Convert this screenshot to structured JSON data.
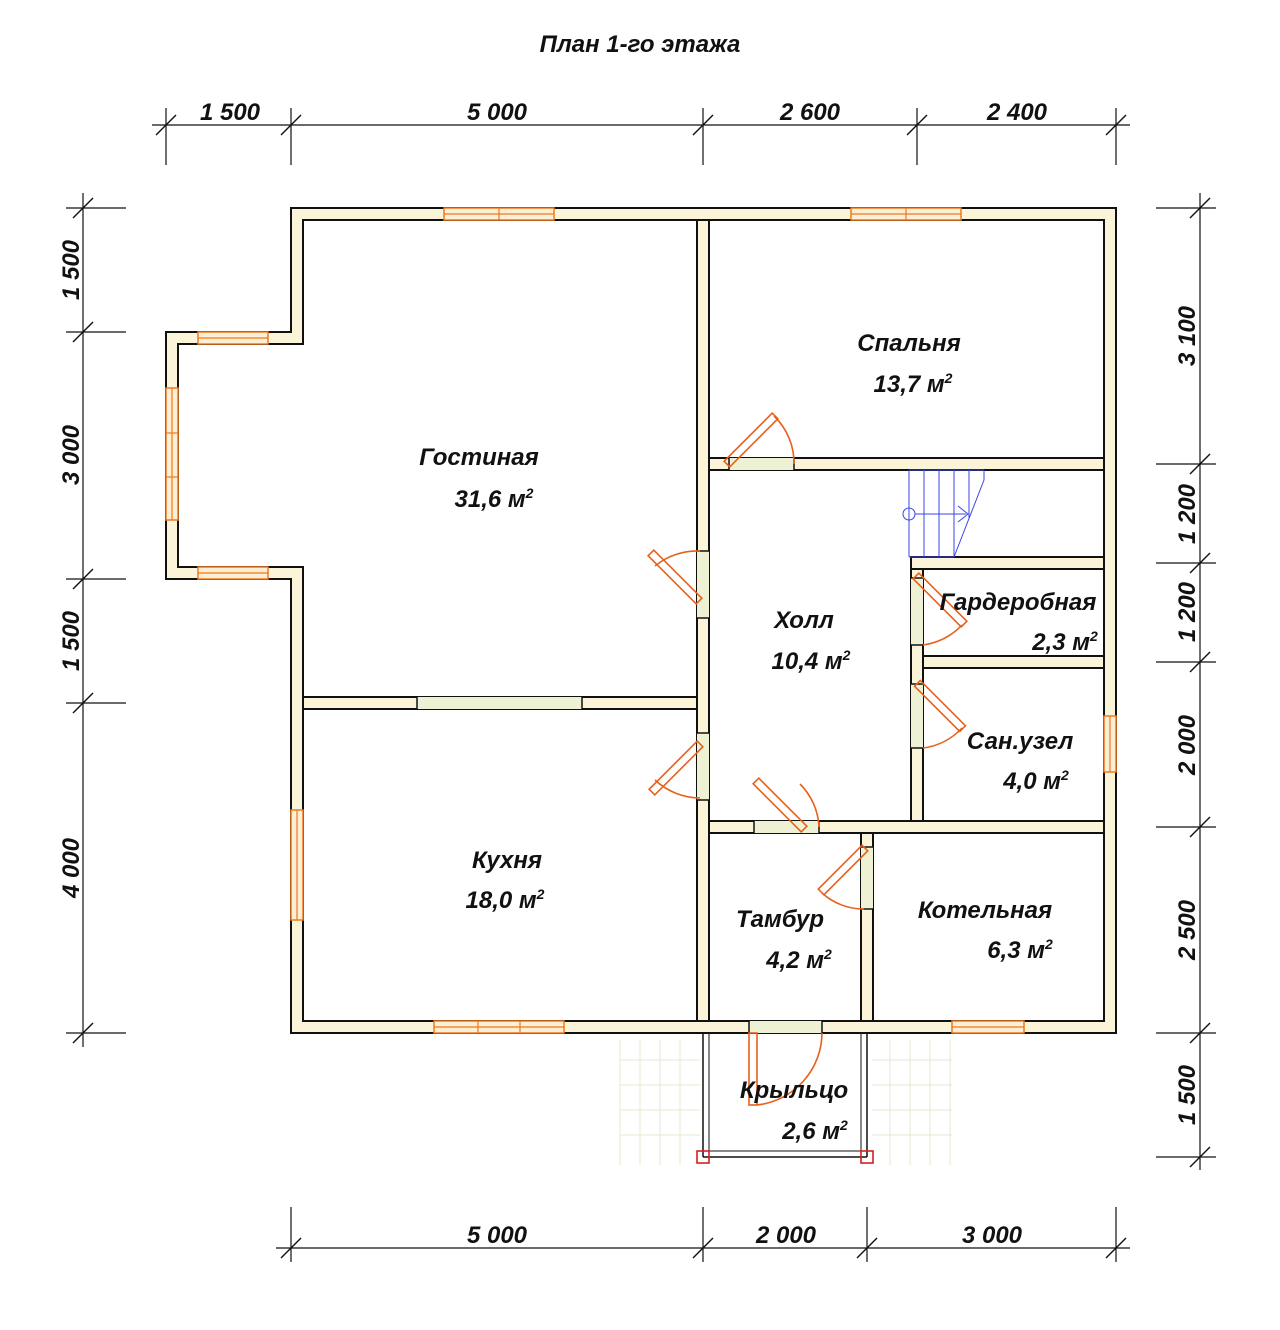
{
  "title": "План 1-го этажа",
  "dimensions": {
    "top": [
      "1 500",
      "5 000",
      "2 600",
      "2 400"
    ],
    "bottom": [
      "5 000",
      "2 000",
      "3 000"
    ],
    "left": [
      "1 500",
      "3 000",
      "1 500",
      "4 000"
    ],
    "right": [
      "3 100",
      "1 200",
      "1 200",
      "2 000",
      "2 500",
      "1 500"
    ]
  },
  "rooms": [
    {
      "name": "Гостиная",
      "area": "31,6 м"
    },
    {
      "name": "Спальня",
      "area": "13,7 м"
    },
    {
      "name": "Холл",
      "area": "10,4 м"
    },
    {
      "name": "Гардеробная",
      "area": "2,3 м"
    },
    {
      "name": "Сан.узел",
      "area": "4,0 м"
    },
    {
      "name": "Кухня",
      "area": "18,0 м"
    },
    {
      "name": "Тамбур",
      "area": "4,2 м"
    },
    {
      "name": "Котельная",
      "area": "6,3 м"
    },
    {
      "name": "Крыльцо",
      "area": "2,6 м"
    }
  ],
  "area_unit_superscript": "2",
  "colors": {
    "wall_fill": "#fbf4d9",
    "wall_stroke": "#111111",
    "window": "#f07a1c",
    "door": "#e8601a",
    "stairs": "#3a44e8",
    "porch_post": "#d42020"
  }
}
